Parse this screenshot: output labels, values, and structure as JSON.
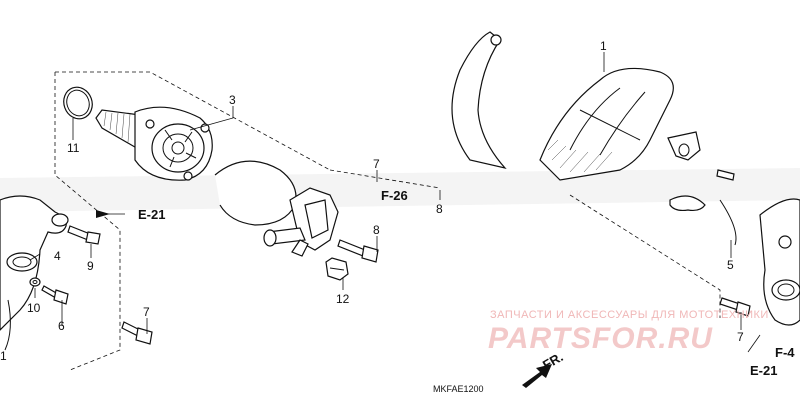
{
  "diagram": {
    "callouts": {
      "c1": "1",
      "c2": "1",
      "c3": "3",
      "c4": "4",
      "c5": "5",
      "c6": "6",
      "c7a": "7",
      "c7b": "7",
      "c7c": "7",
      "c8a": "8",
      "c8b": "8",
      "c9": "9",
      "c10": "10",
      "c11": "11",
      "c12": "12"
    },
    "refs": {
      "e21_left": "E-21",
      "e21_right": "E-21",
      "f26": "F-26",
      "f4": "F-4"
    },
    "direction_label": "FR.",
    "drawing_code": "MKFAE1200"
  },
  "watermark": {
    "line1": "ЗАПЧАСТИ И АКСЕССУАРЫ ДЛЯ МОТОТЕХНИКИ",
    "line2": "PARTSFOR.RU",
    "color": "#e08080"
  }
}
